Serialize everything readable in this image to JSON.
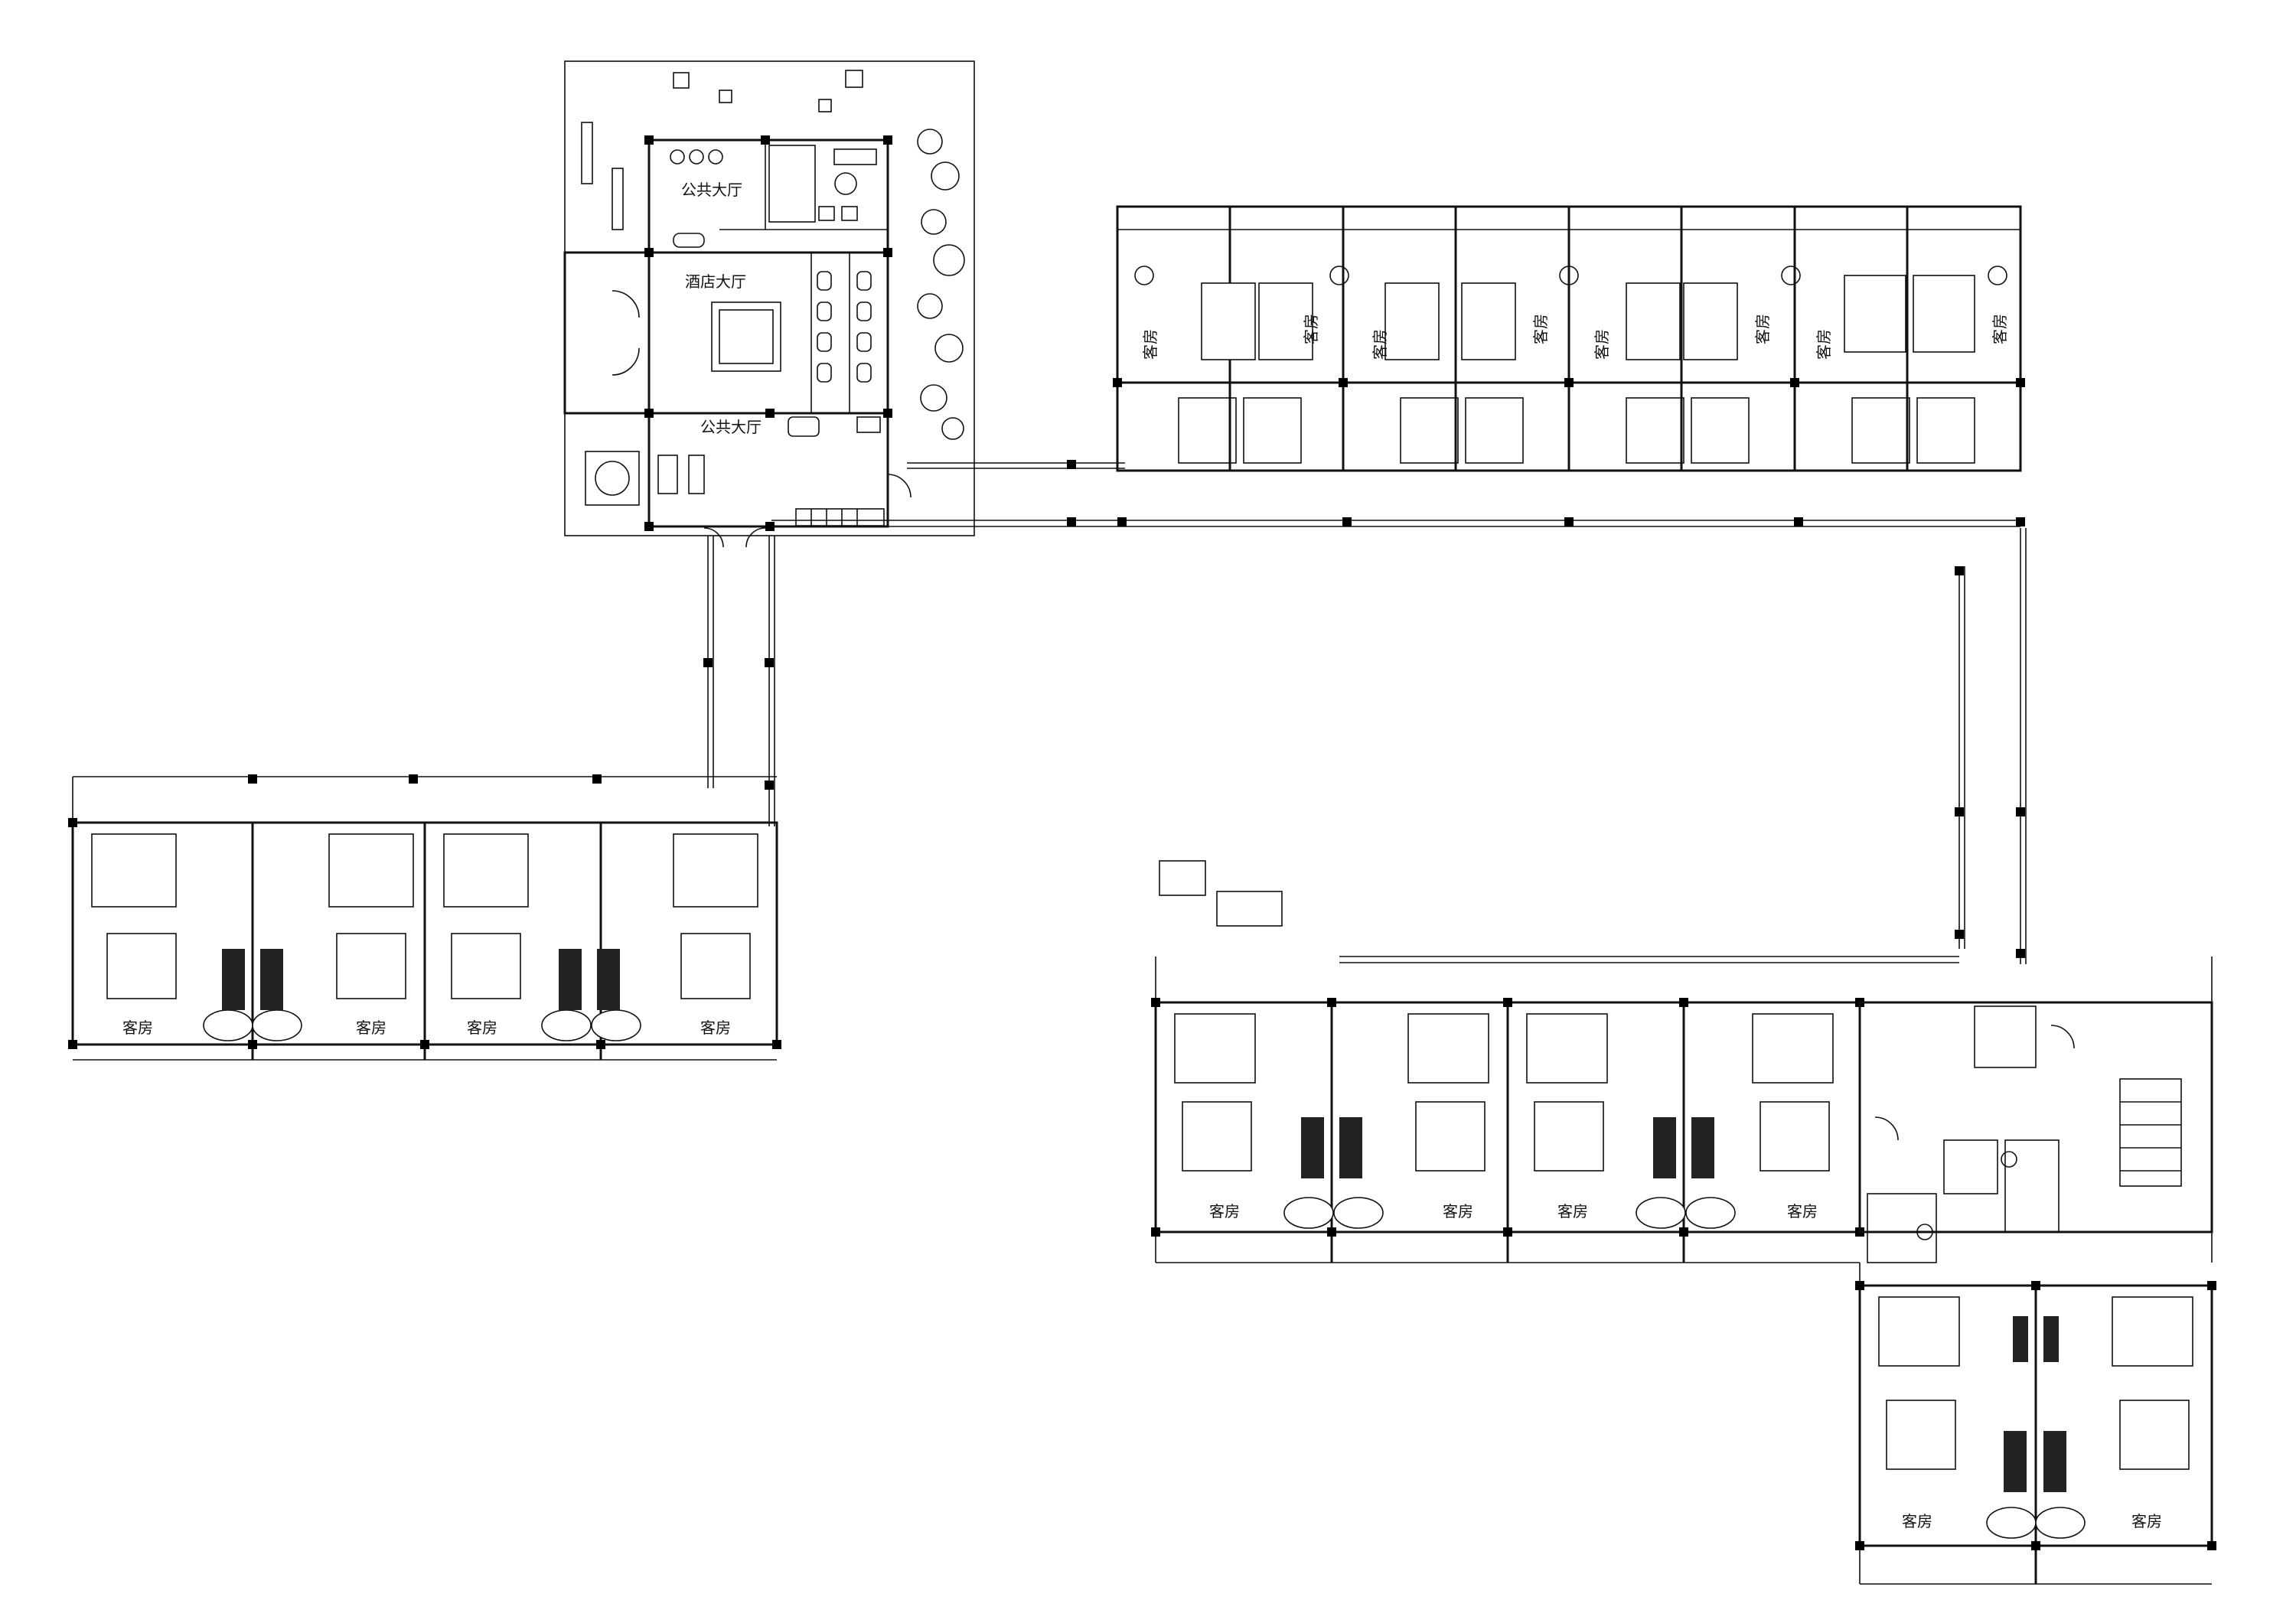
{
  "plan": {
    "labels": {
      "public_hall_top": "公共大厅",
      "hotel_hall": "酒店大厅",
      "public_hall_bottom": "公共大厅",
      "guest_room": "客房"
    },
    "wing_left_room_count": 4,
    "wing_top_room_count": 8,
    "wing_middle_room_count": 4,
    "wing_bottom_room_count": 2,
    "colors": {
      "line": "#111111",
      "background": "#ffffff"
    }
  }
}
